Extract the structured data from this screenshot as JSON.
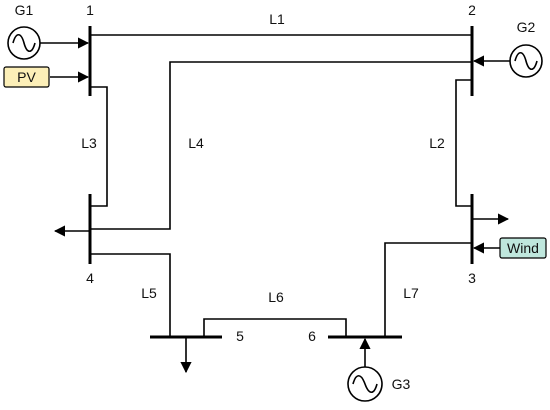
{
  "buses": {
    "b1": "1",
    "b2": "2",
    "b3": "3",
    "b4": "4",
    "b5": "5",
    "b6": "6"
  },
  "lines": {
    "l1": "L1",
    "l2": "L2",
    "l3": "L3",
    "l4": "L4",
    "l5": "L5",
    "l6": "L6",
    "l7": "L7"
  },
  "generators": {
    "g1": "G1",
    "g2": "G2",
    "g3": "G3"
  },
  "sources": {
    "pv": "PV",
    "wind": "Wind"
  },
  "colors": {
    "pv_fill": "#fcefb8",
    "wind_fill": "#bfe7dd",
    "stroke": "#000000"
  }
}
